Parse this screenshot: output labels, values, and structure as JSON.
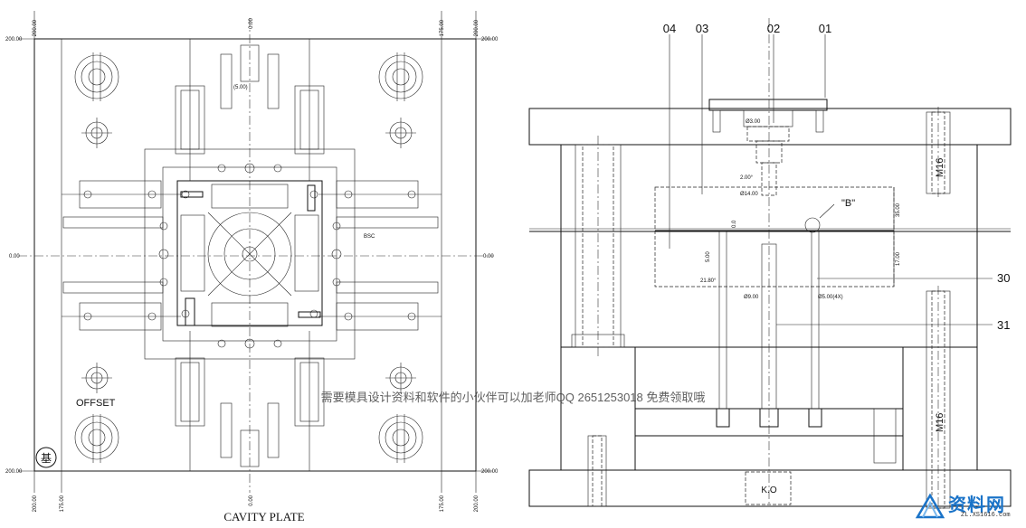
{
  "left_view": {
    "title": "CAVITY PLATE",
    "offset_label": "OFFSET",
    "corner_mark": "基",
    "dims": {
      "top_left_v": "200.00",
      "top_center": "0.00",
      "top_right_v": "175.00",
      "top_far_right_v": "200.00",
      "left_top": "200.00",
      "left_mid": "0.00",
      "left_bottom": "200.00",
      "right_top": "200.00",
      "right_mid": "0.00",
      "right_bottom": "200.00",
      "bottom_left_v": "200.00",
      "bottom_left2_v": "175.00",
      "bottom_center": "0.00",
      "bottom_right_v": "175.00",
      "bottom_far_right_v": "200.00",
      "small_center": "(5.00)",
      "bsc": "BSC"
    }
  },
  "right_view": {
    "part_labels": {
      "p04": "04",
      "p03": "03",
      "p02": "02",
      "p01": "01",
      "p30": "30",
      "p31": "31"
    },
    "detail_label": "\"B\"",
    "thread_top": "M16",
    "thread_bottom": "M16",
    "dims": {
      "d1": "Ø3.00",
      "d2": "2.00°",
      "d3": "Ø14.00",
      "d4": "35.00",
      "d5": "17.00",
      "d6": "5.00",
      "d7": "21.80°",
      "d8": "Ø9.00",
      "d9": "Ø5.00(4X)",
      "d10": "0.0",
      "ko": "K.O"
    }
  },
  "watermark": "需要模具设计资料和软件的小伙伴可以加老师QQ 2651253018 免费领取哦",
  "logo": {
    "name": "资料网",
    "url_text": "ZL.XS1616.com"
  }
}
